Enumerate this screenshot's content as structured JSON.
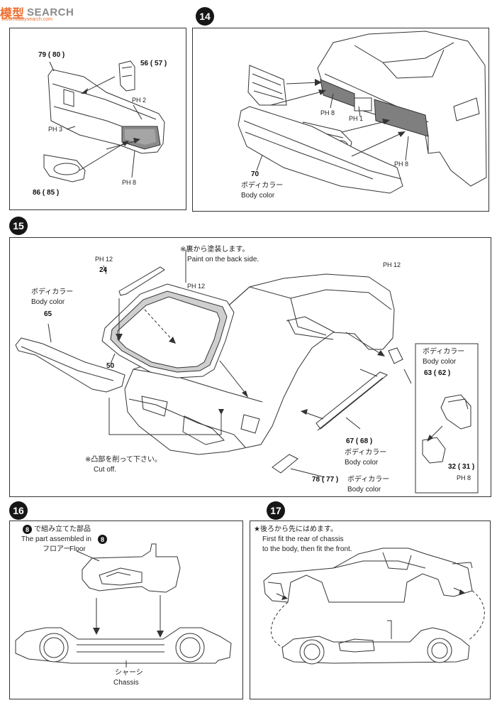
{
  "watermark": {
    "text_cn": "模型",
    "text_en": "SEARCH",
    "url": "www.hobbysearch.com"
  },
  "colors": {
    "line": "#333333",
    "shade": "#7a7a7a",
    "light_shade": "#b9b9b9",
    "step_badge": "#161616"
  },
  "panel_top_left": {
    "parts": {
      "bumper_pair": "79 ( 80 )",
      "bracket_pair": "56 ( 57 )",
      "light_pair": "86 ( 85 )"
    },
    "paint_tags": {
      "tag_a": "PH 2",
      "tag_b": "PH 3",
      "tag_c": "PH 8"
    }
  },
  "step14": {
    "number": "14",
    "parts": {
      "bumper": "70"
    },
    "paint_tags": {
      "tag_a": "PH 8",
      "tag_b": "PH 1",
      "tag_c": "PH 8"
    },
    "body_color_jp": "ボディカラー",
    "body_color_en": "Body color"
  },
  "step15": {
    "number": "15",
    "note_back_jp": "※裏から塗装します。",
    "note_back_en": "Paint on the back side.",
    "note_cut_jp": "※凸部を削って下さい。",
    "note_cut_en": "Cut off.",
    "parts": {
      "wiper": "24",
      "window": "50",
      "spoiler": "65",
      "mirror_pair": "63 ( 62 )",
      "mirror_glass_pair": "32 ( 31 )",
      "skirt_pair": "67 ( 68 )",
      "fender_pair": "78 ( 77 )"
    },
    "paint_tags": {
      "wiper": "PH 12",
      "window": "PH 12",
      "mirror": "PH 8"
    },
    "body_color_jp": "ボディカラー",
    "body_color_en": "Body color"
  },
  "step16": {
    "number": "16",
    "ref_step": "8",
    "line1_jp": "で組み立てた部品",
    "line2_en": "The part assembled in",
    "floor_jp": "フロアー",
    "floor_en": "Floor",
    "chassis_jp": "シャーシ",
    "chassis_en": "Chassis"
  },
  "step17": {
    "number": "17",
    "note_jp": "★後ろから先にはめます。",
    "note_en_1": "First fit the rear of chassis",
    "note_en_2": "to the body, then fit the front."
  }
}
